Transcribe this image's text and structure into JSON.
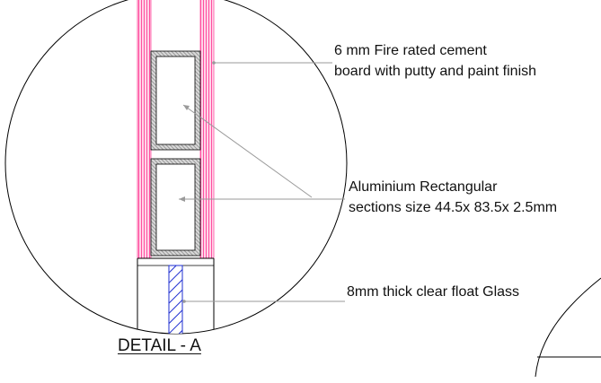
{
  "detail": {
    "title": "DETAIL - A"
  },
  "callouts": {
    "board_line1": "6 mm Fire rated cement",
    "board_line2": "board with putty and paint  finish",
    "aluminium_line1": "Aluminium Rectangular",
    "aluminium_line2": "sections size 44.5x 83.5x 2.5mm",
    "glass": "8mm thick clear float Glass"
  },
  "colors": {
    "cement_board_hatch": "#ff4fa0",
    "glass_hatch": "#1f2fd0",
    "aluminium_hatch": "#888888",
    "leader_line": "#9a9a9a",
    "outline": "#000000"
  }
}
